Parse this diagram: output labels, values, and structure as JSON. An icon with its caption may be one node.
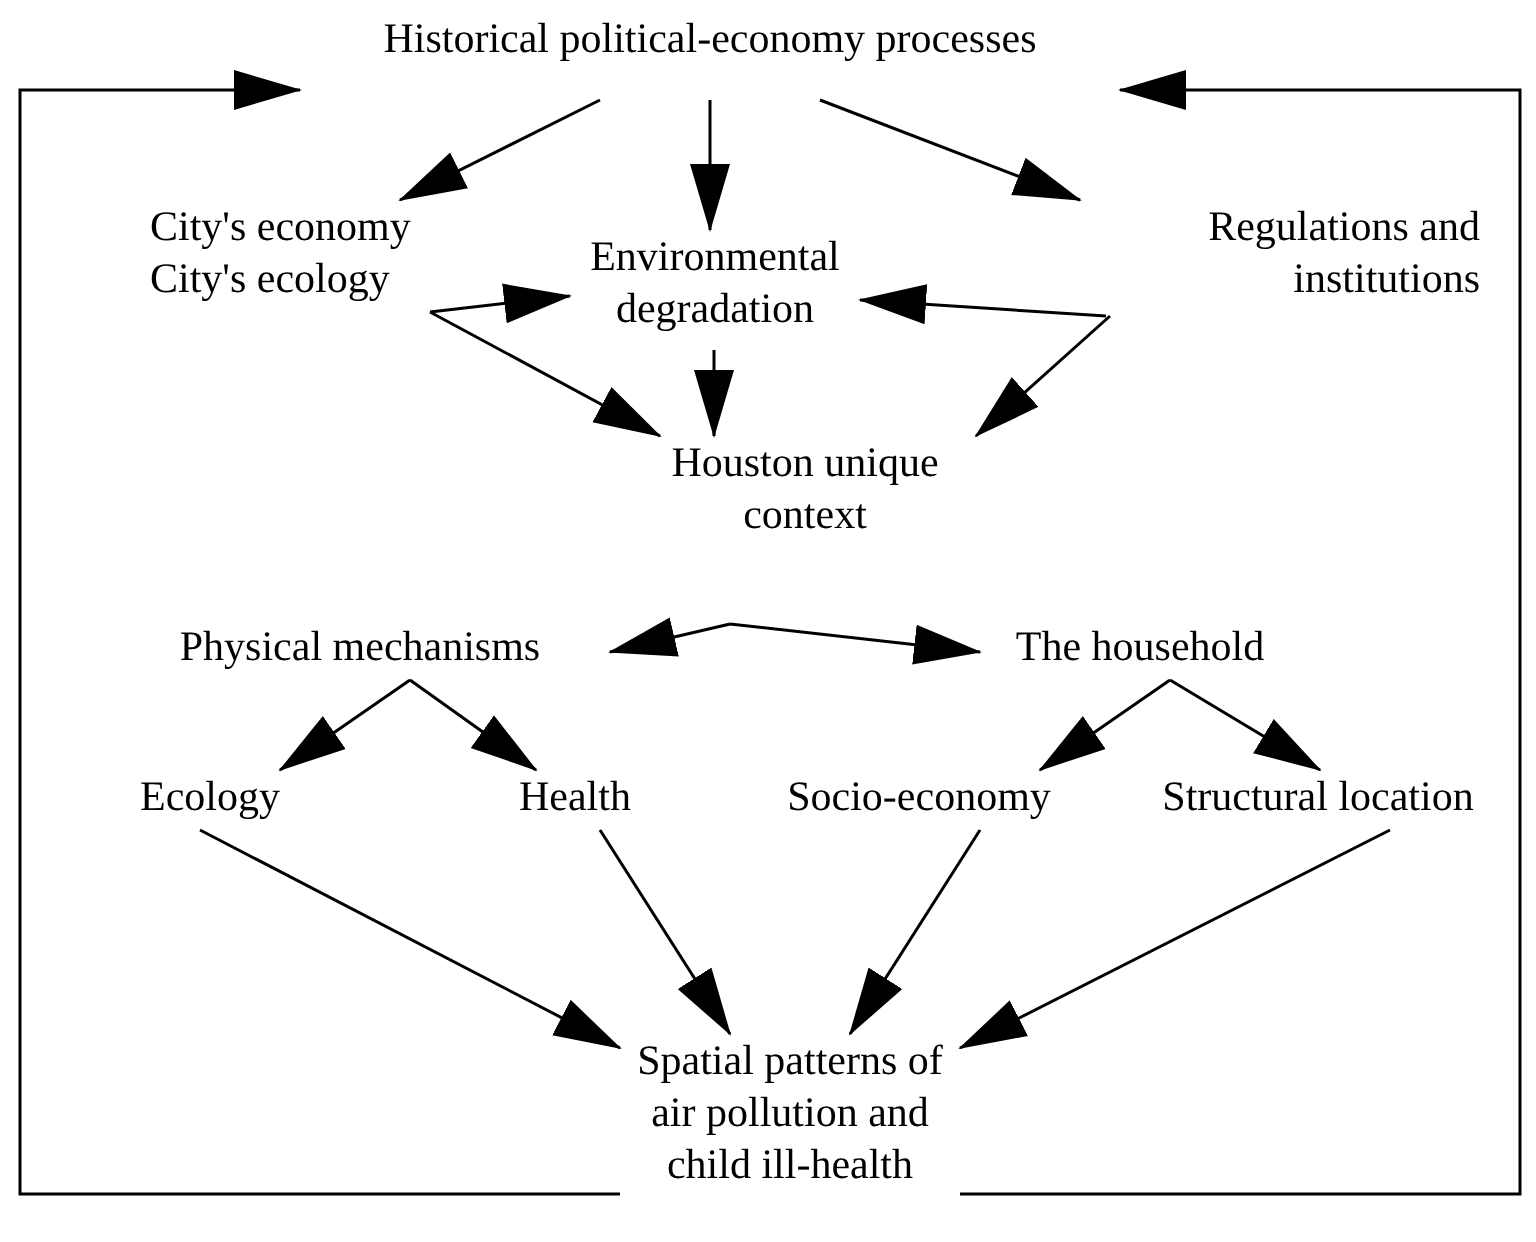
{
  "diagram": {
    "nodes": [
      {
        "text": [
          "Historical political-economy processes"
        ]
      },
      {
        "text": [
          "City's economy",
          "City's ecology"
        ]
      },
      {
        "text": [
          "Environmental degradation"
        ]
      },
      {
        "text": [
          "Regulations and institutions"
        ]
      },
      {
        "text": [
          "Houston unique context"
        ]
      },
      {
        "text": [
          "Physical mechanisms"
        ]
      },
      {
        "text": [
          "The household"
        ]
      },
      {
        "text": [
          "Ecology"
        ]
      },
      {
        "text": [
          "Health"
        ]
      },
      {
        "text": [
          "Socio-economy"
        ]
      },
      {
        "text": [
          "Structural location"
        ]
      },
      {
        "text": [
          "Spatial patterns of air pollution and child ill-health"
        ]
      }
    ],
    "edges": [
      {
        "from": 0,
        "to": 1,
        "arrow": "to"
      },
      {
        "from": 0,
        "to": 2,
        "arrow": "to"
      },
      {
        "from": 0,
        "to": 3,
        "arrow": "to"
      },
      {
        "from": 1,
        "to": 2,
        "arrow": "to"
      },
      {
        "from": 1,
        "to": 4,
        "arrow": "to"
      },
      {
        "from": 3,
        "to": 2,
        "arrow": "to"
      },
      {
        "from": 3,
        "to": 4,
        "arrow": "to"
      },
      {
        "from": 2,
        "to": 4,
        "arrow": "to"
      },
      {
        "from": 4,
        "to": 5,
        "arrow": "to"
      },
      {
        "from": 4,
        "to": 6,
        "arrow": "to"
      },
      {
        "from": 5,
        "to": 7,
        "arrow": "to"
      },
      {
        "from": 5,
        "to": 8,
        "arrow": "to"
      },
      {
        "from": 6,
        "to": 9,
        "arrow": "to"
      },
      {
        "from": 6,
        "to": 10,
        "arrow": "to"
      },
      {
        "from": 7,
        "to": 11,
        "arrow": "to"
      },
      {
        "from": 8,
        "to": 11,
        "arrow": "to"
      },
      {
        "from": 9,
        "to": 11,
        "arrow": "to"
      },
      {
        "from": 10,
        "to": 11,
        "arrow": "to"
      },
      {
        "from": 11,
        "to": 0,
        "arrow": "to"
      },
      {
        "from": 11,
        "to": 0,
        "arrow": "to"
      }
    ]
  }
}
